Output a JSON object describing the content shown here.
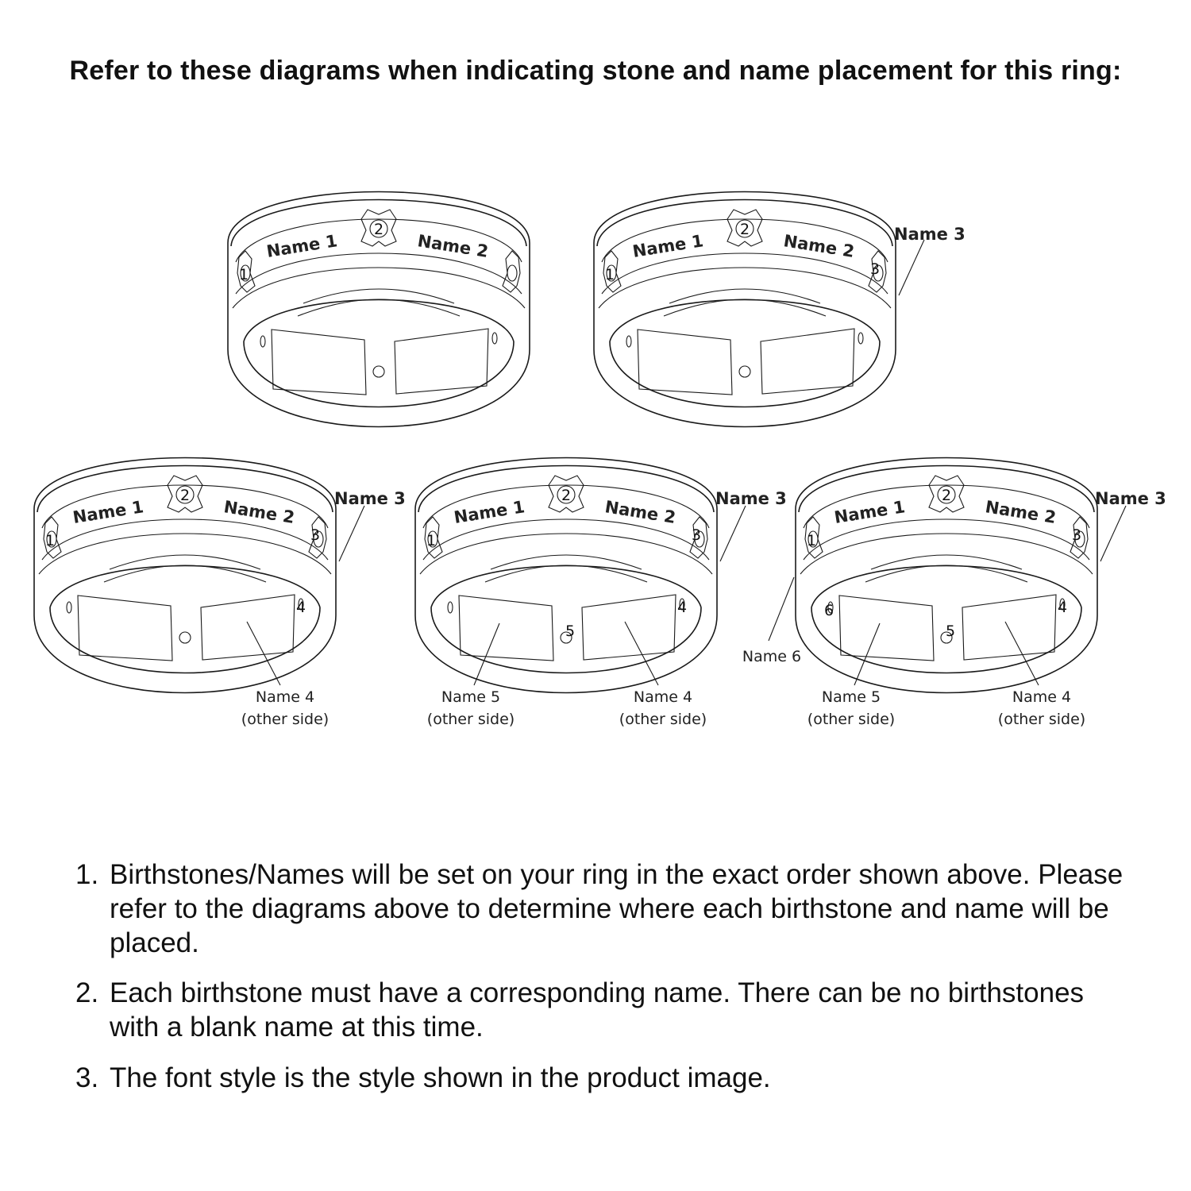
{
  "heading": "Refer to these diagrams when indicating stone and name placement for this ring:",
  "labels": {
    "name1": "Name 1",
    "name2": "Name 2",
    "name3": "Name 3",
    "name4": "Name 4",
    "name5": "Name 5",
    "name6": "Name 6",
    "other_side": "(other side)"
  },
  "stone_numbers": [
    "1",
    "2",
    "3",
    "4",
    "5",
    "6"
  ],
  "instructions": [
    {
      "num": "1.",
      "text": "Birthstones/Names will be set on your ring in the exact order shown above. Please refer to the diagrams above to determine where each birthstone and name will be placed."
    },
    {
      "num": "2.",
      "text": "Each birthstone must have a corresponding name. There can be no birthstones with a blank name at this time."
    },
    {
      "num": "3.",
      "text": "The font style is the style shown in the product image."
    }
  ]
}
